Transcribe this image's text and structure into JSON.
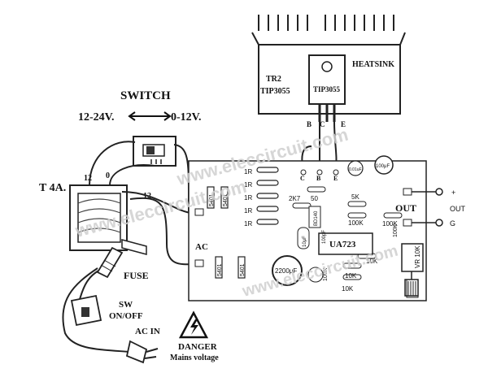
{
  "switch": {
    "title": "SWITCH",
    "left": "12-24V.",
    "right": "0-12V."
  },
  "transformer": {
    "label": "T 4A.",
    "tap_12": "12",
    "tap_0": "0",
    "tap_12b": "12"
  },
  "heatsink": {
    "label": "HEATSINK",
    "tr_name": "TR2",
    "tr_part": "TIP3055",
    "tr_chip": "TIP3055",
    "pins": [
      "B",
      "C",
      "E"
    ]
  },
  "board": {
    "pins": [
      "C",
      "B",
      "E"
    ],
    "resistors_1r": [
      "1R",
      "1R",
      "1R",
      "1R",
      "1R"
    ],
    "diodes": [
      "5401",
      "5401",
      "5401",
      "5401"
    ],
    "r_50": "50",
    "r_2k7": "2K7",
    "r_5k": "5K",
    "r_100k_a": "100K",
    "r_100k_b": "100K",
    "r_100k_c": "100K",
    "r_10k_a": "10K",
    "r_10k_b": "10K",
    "r_10k_c": "10K",
    "cap_small": "0.01uF",
    "cap_100": "100μF",
    "cap_2200": "2200μF",
    "cap_side": "10μF",
    "bd": "BD140",
    "ic": "UA723",
    "ic_cap": "100pF",
    "vr": "VR 10K",
    "r_side": "100K",
    "r_side2": "100K"
  },
  "labels": {
    "ac": "AC",
    "out": "OUT",
    "plus": "+",
    "g": "G",
    "fuse": "FUSE",
    "sw": "SW",
    "onoff": "ON/OFF",
    "acin": "AC IN",
    "danger": "DANGER",
    "mains": "Mains voltage"
  },
  "watermark": "www.eleccircuit.com"
}
